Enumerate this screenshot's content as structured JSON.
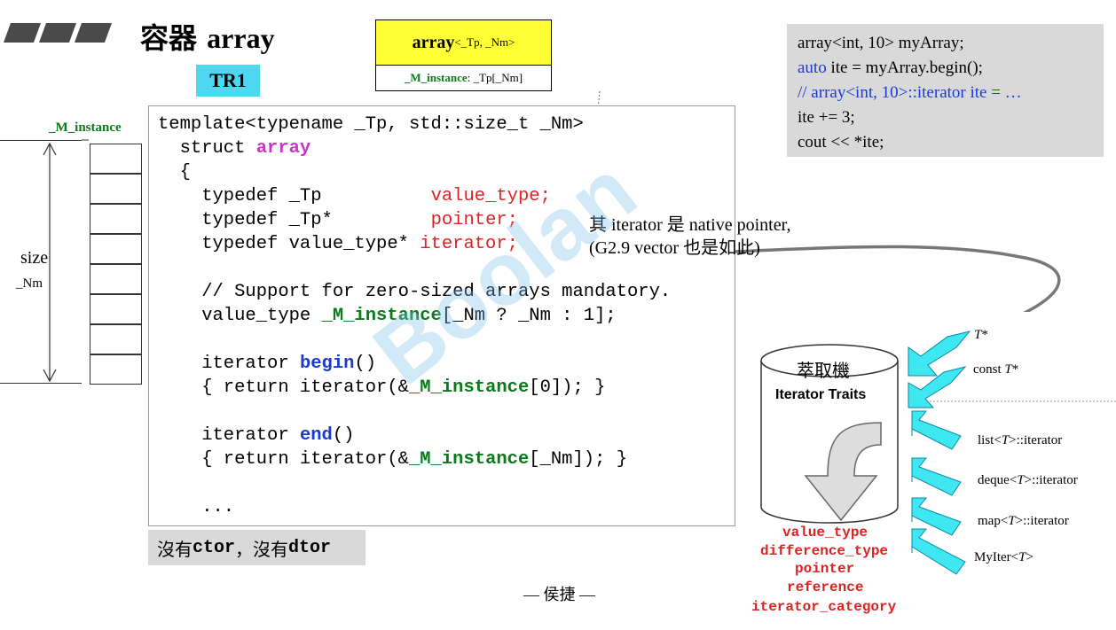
{
  "header": {
    "title_cn": "容器",
    "title_en": "array",
    "tr1": "TR1"
  },
  "uml": {
    "class_name": "array",
    "template_params": "<_Tp, _Nm>",
    "member_name": "_M_instance",
    "member_type": " : _Tp[_Nm]"
  },
  "diagram": {
    "member_label": "_M_instance",
    "size_label": "size",
    "nm_label": "_Nm"
  },
  "code": {
    "l1": "template<typename _Tp, std::size_t _Nm>",
    "l2_pre": "  struct ",
    "l2_kw": "array",
    "l3": "  {",
    "l4_pre": "    typedef _Tp          ",
    "l4_kw": "value_type;",
    "l5_pre": "    typedef _Tp*         ",
    "l5_kw": "pointer;",
    "l6_pre": "    typedef value_type* ",
    "l6_kw": "iterator;",
    "l7": "    // Support for zero-sized arrays mandatory.",
    "l8_pre": "    value_type ",
    "l8_mem": "_M_instance",
    "l8_post": "[_Nm ? _Nm : 1];",
    "l9_pre": "    iterator ",
    "l9_kw": "begin",
    "l9_post": "()",
    "l10_pre": "    { return iterator(&",
    "l10_mem": "_M_instance",
    "l10_post": "[0]); }",
    "l11_pre": "    iterator ",
    "l11_kw": "end",
    "l11_post": "()",
    "l12_pre": "    { return iterator(&",
    "l12_mem": "_M_instance",
    "l12_post": "[_Nm]); }",
    "l13": "    ..."
  },
  "note": {
    "line1": "其 iterator 是 native pointer,",
    "line2": "(G2.9 vector 也是如此)"
  },
  "usage": {
    "l1": "array<int, 10> myArray;",
    "l2_kw": "auto",
    "l2_rest": " ite = myArray.begin();",
    "l3": "   // array<int, 10>::iterator ite = …",
    "l4": "ite += 3;",
    "l5": "cout << *ite;"
  },
  "ctor_note": {
    "p1": "沒有",
    "m1": "ctor",
    "p2": "，沒有",
    "m2": "dtor"
  },
  "footer": "— 侯捷 —",
  "traits": {
    "title": "萃取機",
    "subtitle": "Iterator Traits",
    "types": [
      "value_type",
      "difference_type",
      "pointer",
      "reference",
      "iterator_category"
    ],
    "iterators": [
      {
        "pre": "",
        "it": "T",
        "post": "*"
      },
      {
        "pre": "const ",
        "it": "T",
        "post": "*"
      },
      {
        "pre": "list<",
        "it": "T",
        "post": ">::iterator"
      },
      {
        "pre": "deque<",
        "it": "T",
        "post": ">::iterator"
      },
      {
        "pre": "map<",
        "it": "T",
        "post": ">::iterator"
      },
      {
        "pre": "MyIter<",
        "it": "T",
        "post": ">"
      }
    ]
  },
  "watermark": {
    "text": "Boolan"
  }
}
